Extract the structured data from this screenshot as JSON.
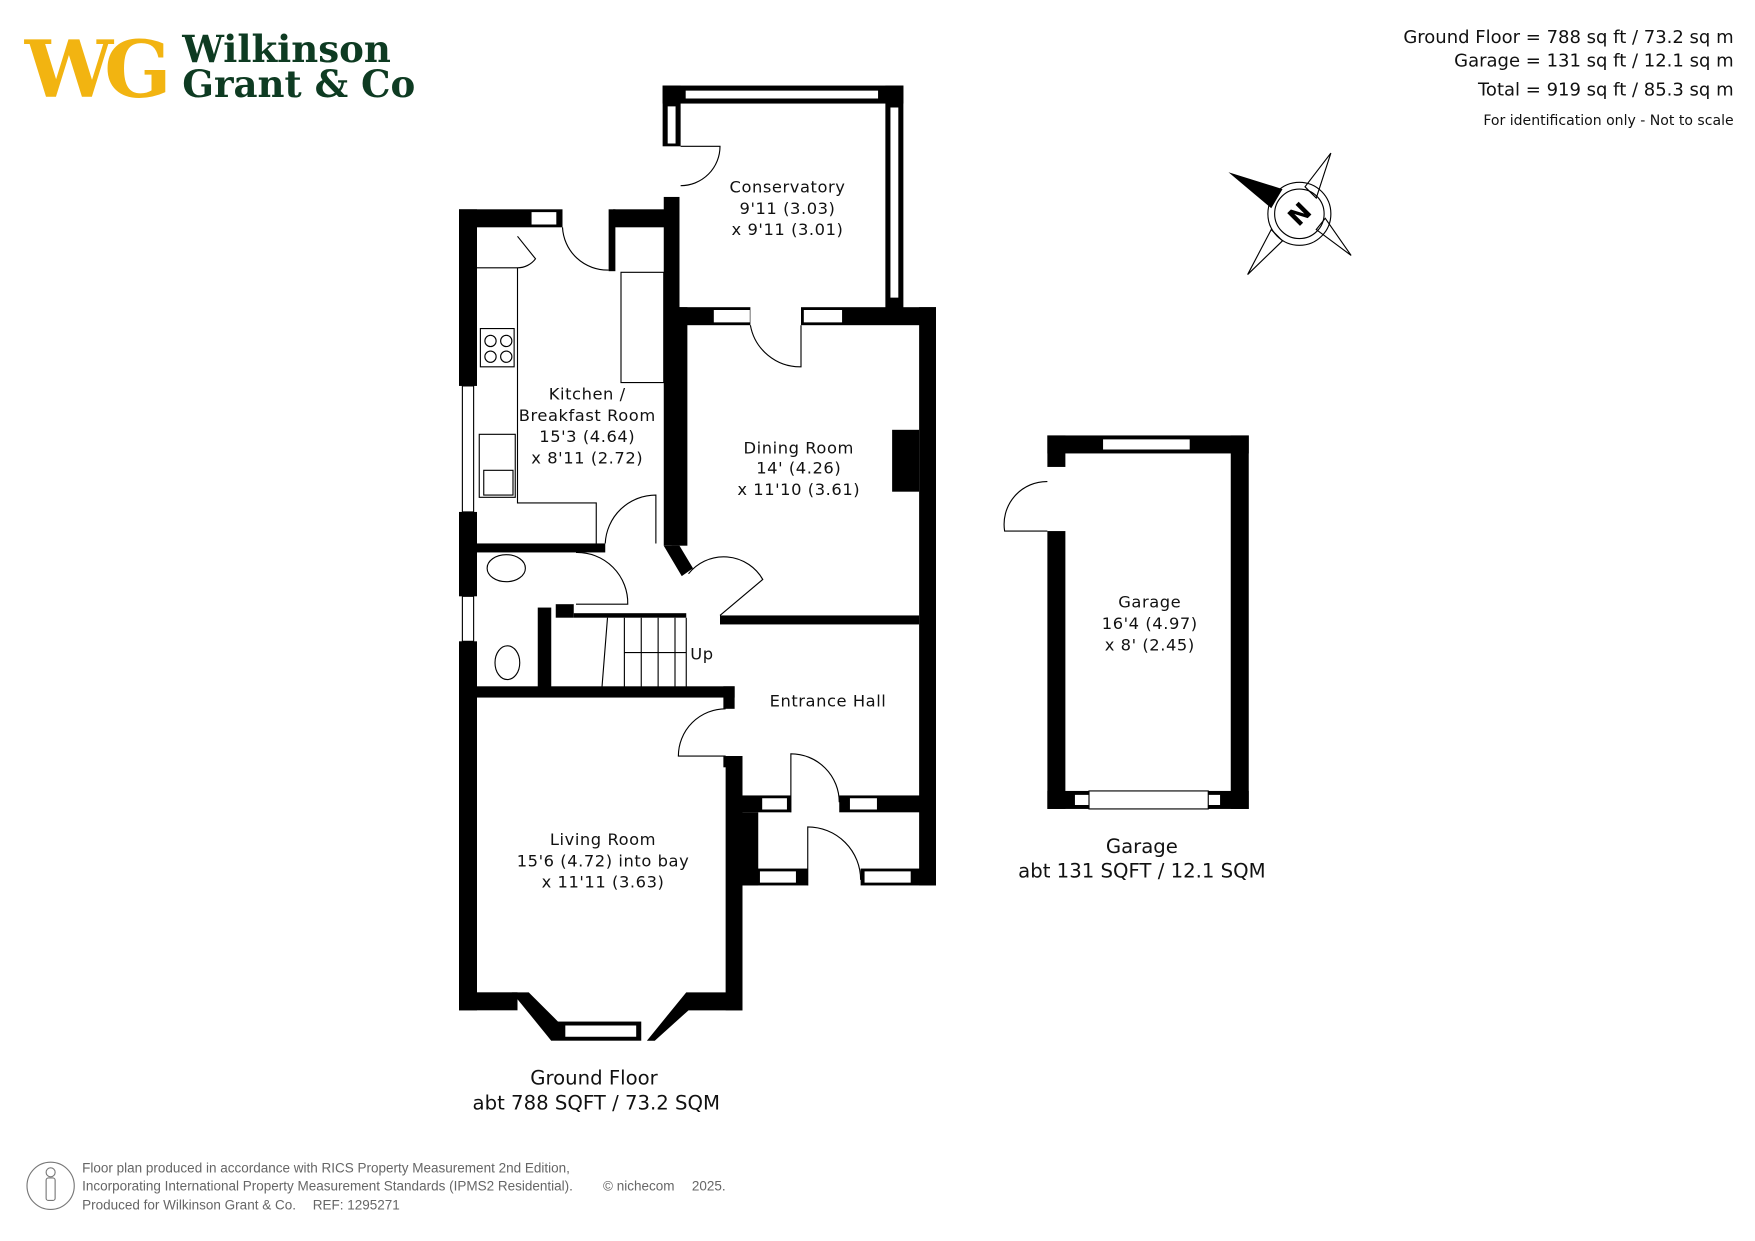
{
  "logo": {
    "monogram": "WG",
    "line1": "Wilkinson",
    "line2": "Grant & Co",
    "gold": "#F2B411",
    "green": "#0E3B22"
  },
  "areas": {
    "ground_floor": "Ground Floor = 788 sq ft / 73.2 sq m",
    "garage": "Garage = 131 sq ft / 12.1 sq m",
    "total": "Total = 919 sq ft / 85.3 sq m",
    "disclaimer": "For identification only - Not to scale"
  },
  "compass": {
    "label": "N"
  },
  "rooms": {
    "conservatory": {
      "name": "Conservatory",
      "dim1": "9'11 (3.03)",
      "dim2": "x 9'11 (3.01)"
    },
    "kitchen": {
      "name1": "Kitchen /",
      "name2": "Breakfast Room",
      "dim1": "15'3 (4.64)",
      "dim2": "x 8'11 (2.72)"
    },
    "dining": {
      "name": "Dining Room",
      "dim1": "14' (4.26)",
      "dim2": "x 11'10 (3.61)"
    },
    "hall": {
      "name": "Entrance Hall"
    },
    "stairs": {
      "label": "Up"
    },
    "living": {
      "name": "Living Room",
      "dim1": "15'6 (4.72) into bay",
      "dim2": "x 11'11 (3.63)"
    },
    "garage": {
      "name": "Garage",
      "dim1": "16'4 (4.97)",
      "dim2": "x 8' (2.45)"
    }
  },
  "floors": {
    "ground": {
      "title": "Ground Floor",
      "area": "abt 788 SQFT / 73.2 SQM"
    },
    "garage": {
      "title": "Garage",
      "area": "abt 131 SQFT / 12.1 SQM"
    }
  },
  "footer": {
    "line1": "Floor plan produced in accordance with RICS Property Measurement 2nd Edition,",
    "line2": "Incorporating International Property Measurement Standards (IPMS2 Residential).",
    "copyright": "© nichecom",
    "year": "2025.",
    "line3": "Produced for Wilkinson Grant & Co.",
    "ref": "REF:  1295271"
  }
}
